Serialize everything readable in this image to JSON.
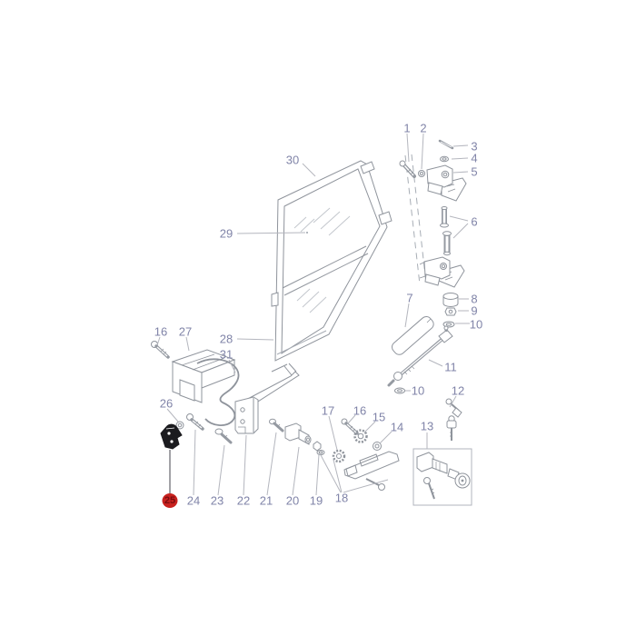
{
  "diagram": {
    "kind": "exploded-parts-diagram",
    "subject": "cab door assembly with glass, hinges, latch, handles and gas strut",
    "highlighted_part": "25",
    "colors": {
      "background": "#ffffff",
      "callout_text": "#8084a8",
      "leader_line": "#b4b6be",
      "part_line": "#8f949c",
      "glass_reflection": "#c3c7cd",
      "dark_part": "#1b1b1f",
      "highlight_fill": "#c8221f",
      "highlight_text": "#7a0d10"
    }
  },
  "callouts": [
    {
      "id": "1",
      "label": "1",
      "highlighted": false
    },
    {
      "id": "2",
      "label": "2",
      "highlighted": false
    },
    {
      "id": "3",
      "label": "3",
      "highlighted": false
    },
    {
      "id": "4",
      "label": "4",
      "highlighted": false
    },
    {
      "id": "5",
      "label": "5",
      "highlighted": false
    },
    {
      "id": "6",
      "label": "6",
      "highlighted": false
    },
    {
      "id": "7",
      "label": "7",
      "highlighted": false
    },
    {
      "id": "8",
      "label": "8",
      "highlighted": false
    },
    {
      "id": "9",
      "label": "9",
      "highlighted": false
    },
    {
      "id": "10",
      "label": "10",
      "highlighted": false
    },
    {
      "id": "11",
      "label": "11",
      "highlighted": false
    },
    {
      "id": "10b",
      "label": "10",
      "highlighted": false
    },
    {
      "id": "12",
      "label": "12",
      "highlighted": false
    },
    {
      "id": "13",
      "label": "13",
      "highlighted": false
    },
    {
      "id": "14",
      "label": "14",
      "highlighted": false
    },
    {
      "id": "15",
      "label": "15",
      "highlighted": false
    },
    {
      "id": "16",
      "label": "16",
      "highlighted": false
    },
    {
      "id": "17",
      "label": "17",
      "highlighted": false
    },
    {
      "id": "18",
      "label": "18",
      "highlighted": false
    },
    {
      "id": "19",
      "label": "19",
      "highlighted": false
    },
    {
      "id": "20",
      "label": "20",
      "highlighted": false
    },
    {
      "id": "21",
      "label": "21",
      "highlighted": false
    },
    {
      "id": "22",
      "label": "22",
      "highlighted": false
    },
    {
      "id": "23",
      "label": "23",
      "highlighted": false
    },
    {
      "id": "24",
      "label": "24",
      "highlighted": false
    },
    {
      "id": "25",
      "label": "25",
      "highlighted": true
    },
    {
      "id": "26",
      "label": "26",
      "highlighted": false
    },
    {
      "id": "16b",
      "label": "16",
      "highlighted": false
    },
    {
      "id": "27",
      "label": "27",
      "highlighted": false
    },
    {
      "id": "28",
      "label": "28",
      "highlighted": false
    },
    {
      "id": "29",
      "label": "29",
      "highlighted": false
    },
    {
      "id": "30",
      "label": "30",
      "highlighted": false
    },
    {
      "id": "31",
      "label": "31",
      "highlighted": false
    }
  ]
}
